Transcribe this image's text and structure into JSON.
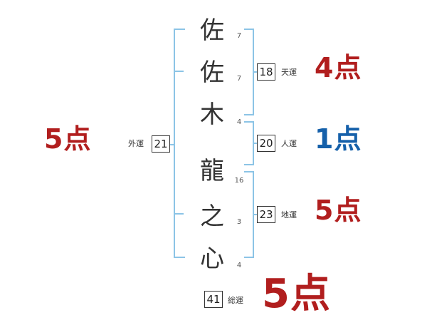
{
  "name": {
    "chars": [
      {
        "char": "佐",
        "strokes": "7"
      },
      {
        "char": "佐",
        "strokes": "7"
      },
      {
        "char": "木",
        "strokes": "4"
      },
      {
        "char": "龍",
        "strokes": "16"
      },
      {
        "char": "之",
        "strokes": "3"
      },
      {
        "char": "心",
        "strokes": "4"
      }
    ]
  },
  "fortunes": {
    "gaiun": {
      "label": "外運",
      "value": "21",
      "score": "5点",
      "color": "#b11e1e"
    },
    "tenun": {
      "label": "天運",
      "value": "18",
      "score": "4点",
      "color": "#b11e1e"
    },
    "jinun": {
      "label": "人運",
      "value": "20",
      "score": "1点",
      "color": "#1560aa"
    },
    "chiun": {
      "label": "地運",
      "value": "23",
      "score": "5点",
      "color": "#b11e1e"
    },
    "souun": {
      "label": "総運",
      "value": "41",
      "score": "5点",
      "color": "#b11e1e"
    }
  }
}
